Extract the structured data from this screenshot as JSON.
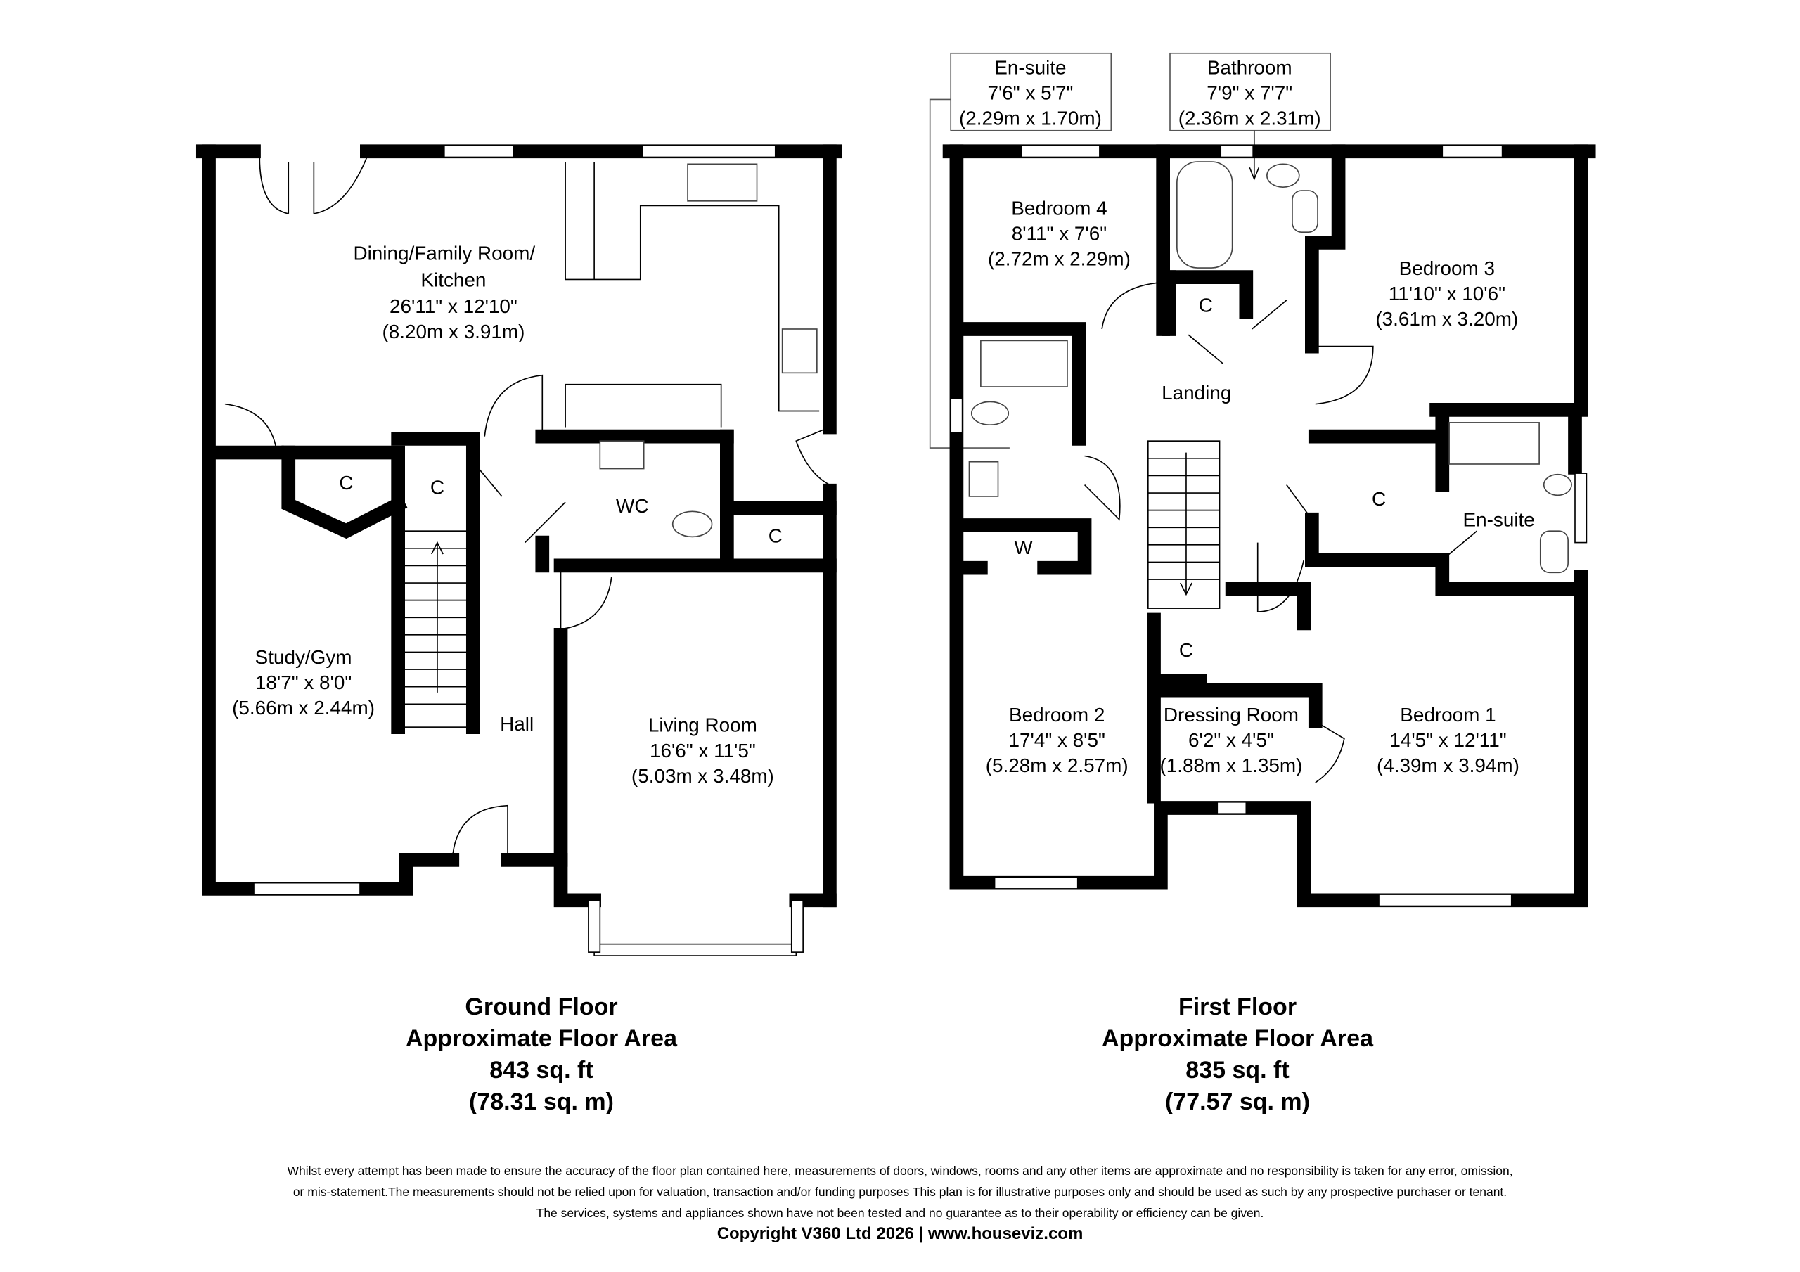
{
  "ground_floor": {
    "rooms": {
      "kitchen": {
        "name_1": "Dining/Family Room/",
        "name_2": "Kitchen",
        "imperial": "26'11\" x 12'10\"",
        "metric": "(8.20m x 3.91m)"
      },
      "study": {
        "name": "Study/Gym",
        "imperial": "18'7\" x 8'0\"",
        "metric": "(5.66m x 2.44m)"
      },
      "living": {
        "name": "Living Room",
        "imperial": "16'6\" x 11'5\"",
        "metric": "(5.03m x 3.48m)"
      },
      "hall": {
        "name": "Hall"
      },
      "wc": {
        "name": "WC"
      },
      "cupboard_label": "C"
    },
    "summary": {
      "title": "Ground Floor",
      "subtitle": "Approximate Floor Area",
      "sqft": "843 sq. ft",
      "sqm": "(78.31 sq. m)"
    }
  },
  "first_floor": {
    "rooms": {
      "ensuite_callout": {
        "name": "En-suite",
        "imperial": "7'6\" x 5'7\"",
        "metric": "(2.29m x 1.70m)"
      },
      "bathroom_callout": {
        "name": "Bathroom",
        "imperial": "7'9\" x 7'7\"",
        "metric": "(2.36m x 2.31m)"
      },
      "bedroom4": {
        "name": "Bedroom 4",
        "imperial": "8'11\" x 7'6\"",
        "metric": "(2.72m x 2.29m)"
      },
      "bedroom3": {
        "name": "Bedroom 3",
        "imperial": "11'10\" x 10'6\"",
        "metric": "(3.61m x 3.20m)"
      },
      "bedroom2": {
        "name": "Bedroom 2",
        "imperial": "17'4\" x 8'5\"",
        "metric": "(5.28m x 2.57m)"
      },
      "bedroom1": {
        "name": "Bedroom 1",
        "imperial": "14'5\" x 12'11\"",
        "metric": "(4.39m x 3.94m)"
      },
      "dressing": {
        "name": "Dressing Room",
        "imperial": "6'2\" x 4'5\"",
        "metric": "(1.88m x 1.35m)"
      },
      "landing": {
        "name": "Landing"
      },
      "ensuite": {
        "name": "En-suite"
      },
      "wardrobe": {
        "name": "W"
      },
      "cupboard_label": "C"
    },
    "summary": {
      "title": "First Floor",
      "subtitle": "Approximate Floor Area",
      "sqft": "835 sq. ft",
      "sqm": "(77.57 sq. m)"
    }
  },
  "disclaimer": {
    "line1": "Whilst every attempt has been made to ensure the accuracy of the floor plan contained here, measurements of doors, windows, rooms and any other items are approximate and no responsibility is taken for any error, omission,",
    "line2": "or mis-statement.The measurements should not be relied upon for valuation, transaction and/or funding purposes This plan is for illustrative purposes only and should be used as such by any prospective purchaser or tenant.",
    "line3": "The services, systems and appliances shown have not been tested and no guarantee as to their operability or efficiency can be given.",
    "copyright": "Copyright V360 Ltd 2026 | www.houseviz.com"
  }
}
